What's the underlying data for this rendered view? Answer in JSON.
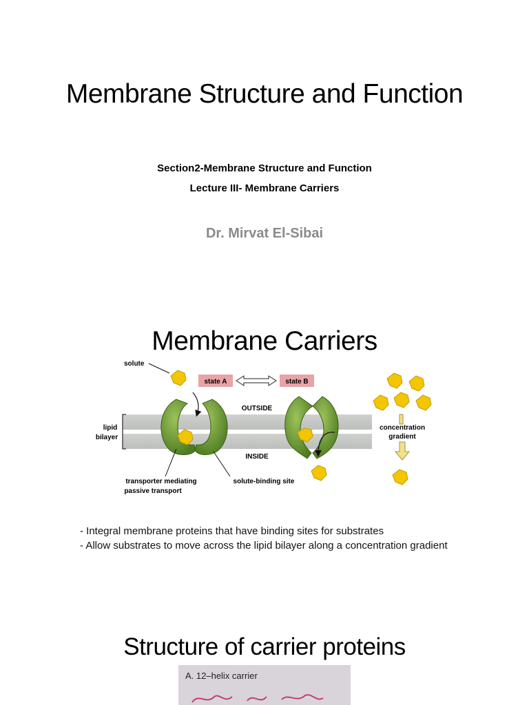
{
  "slide1": {
    "title": "Membrane Structure and Function",
    "section": "Section2-Membrane Structure and Function",
    "lecture": "Lecture III- Membrane Carriers",
    "author": "Dr. Mirvat El-Sibai"
  },
  "slide2": {
    "title": "Membrane Carriers",
    "figure": {
      "solute": "solute",
      "state_a": "state A",
      "state_b": "state B",
      "outside": "OUTSIDE",
      "inside": "INSIDE",
      "lipid": "lipid",
      "bilayer": "bilayer",
      "concentration": "concentration",
      "gradient": "gradient",
      "transporter_line1": "transporter mediating",
      "transporter_line2": "passive transport",
      "binding_site": "solute-binding site"
    },
    "bullets": [
      "- Integral membrane proteins that have binding sites for substrates",
      "- Allow substrates to move across the lipid bilayer along a concentration gradient"
    ]
  },
  "slide3": {
    "title": "Structure of carrier proteins",
    "image_label": "A. 12–helix carrier"
  }
}
